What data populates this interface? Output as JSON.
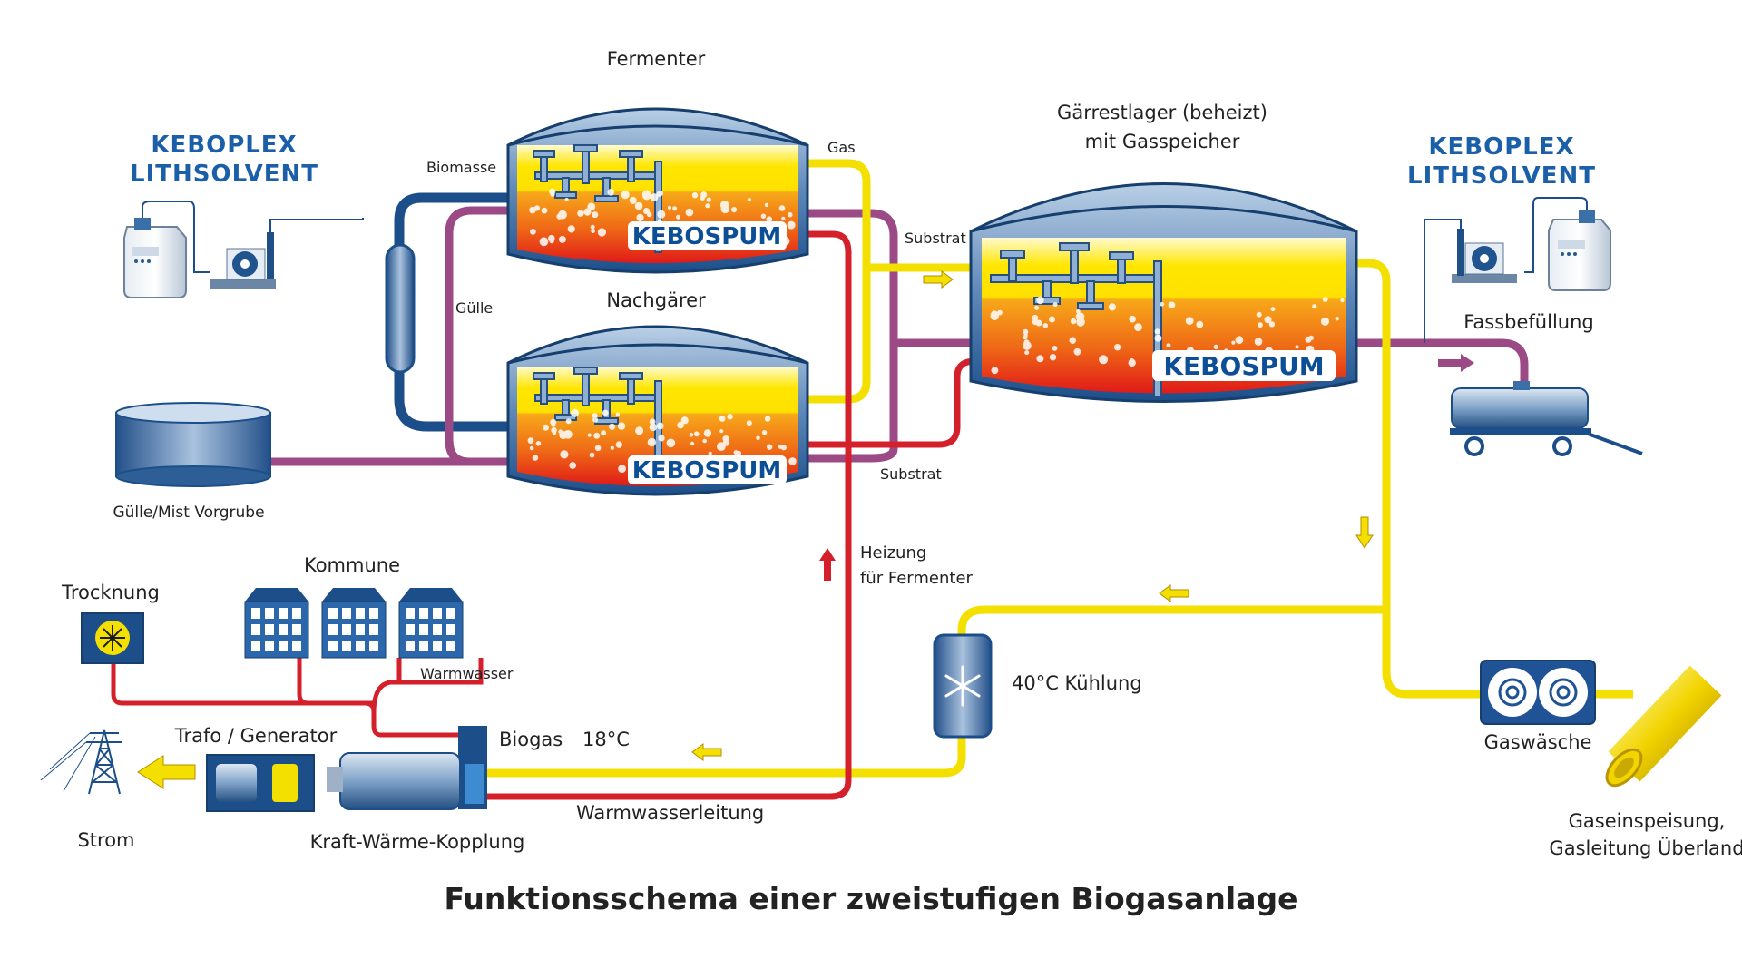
{
  "title": "Funktionsschema einer zweistufigen Biogasanlage",
  "brand": {
    "left": [
      "KEBOPLEX",
      "LITHSOLVENT"
    ],
    "right": [
      "KEBOPLEX",
      "LITHSOLVENT"
    ]
  },
  "tanks": {
    "fermenter": "Fermenter",
    "nachgaerer": "Nachgärer",
    "gaerrest_line1": "Gärrestlager (beheizt)",
    "gaerrest_line2": "mit Gasspeicher",
    "product": "KEBOSPUM"
  },
  "pipes": {
    "biomasse": "Biomasse",
    "guelle": "Gülle",
    "gas": "Gas",
    "substrat_top": "Substrat",
    "substrat_bottom": "Substrat",
    "heizung_line1": "Heizung",
    "heizung_line2": "für Fermenter",
    "warmwasserleitung": "Warmwasserleitung",
    "warmwasser": "Warmwasser",
    "biogas": "Biogas",
    "biogas_temp": "18°C",
    "kuehlung": "40°C Kühlung"
  },
  "components": {
    "vorgrube": "Gülle/Mist Vorgrube",
    "fassbefuellung": "Fassbefüllung",
    "gaswaesche": "Gaswäsche",
    "gaseinspeisung_line1": "Gaseinspeisung,",
    "gaseinspeisung_line2": "Gasleitung Überland",
    "kommune": "Kommune",
    "trocknung": "Trocknung",
    "trafo": "Trafo / Generator",
    "kwk": "Kraft-Wärme-Kopplung",
    "strom": "Strom"
  },
  "colors": {
    "pipe_blue": "#1c4f8a",
    "pipe_purple": "#9b4a86",
    "pipe_red": "#d4202a",
    "pipe_yellow": "#f4e000",
    "brand_blue": "#1a5fa8",
    "tank_blue": "#1f5b9e"
  }
}
